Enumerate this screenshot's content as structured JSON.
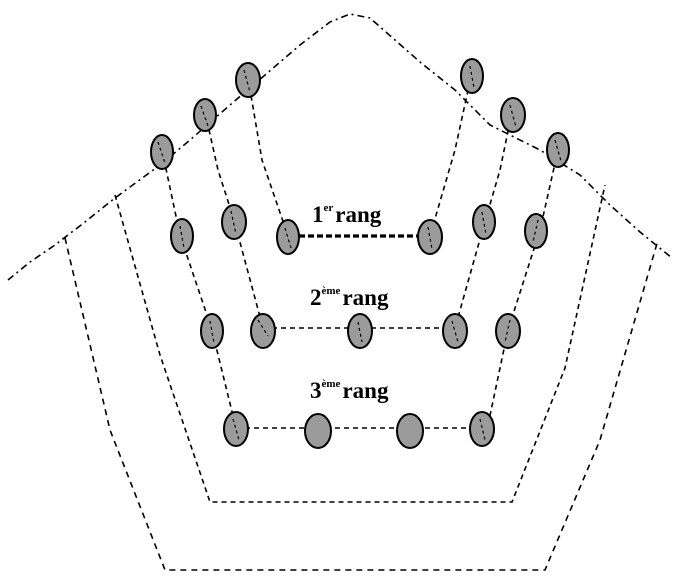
{
  "labels": {
    "rank1": {
      "num": "1",
      "sup": "er",
      "word": "rang"
    },
    "rank2": {
      "num": "2",
      "sup": "ème",
      "word": "rang"
    },
    "rank3": {
      "num": "3",
      "sup": "ème",
      "word": "rang"
    }
  },
  "colors": {
    "stone_fill": "#9b9b9b",
    "line": "#000000",
    "background": "#ffffff"
  }
}
